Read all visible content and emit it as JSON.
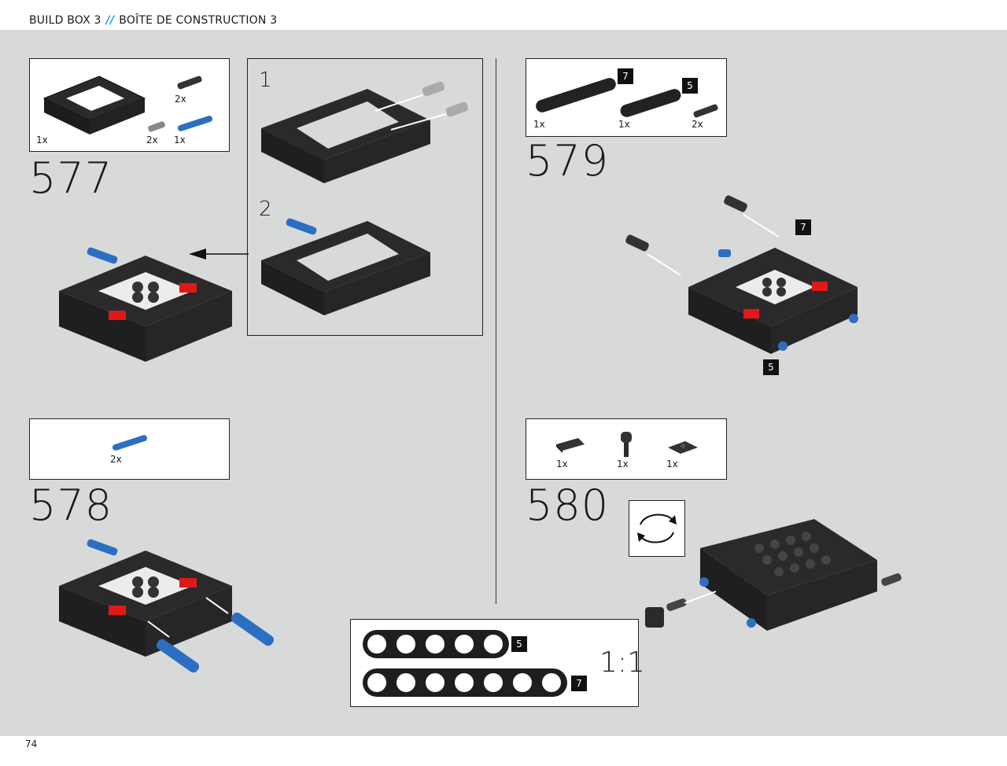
{
  "header": {
    "title_en": "BUILD BOX 3",
    "separator": "//",
    "title_fr": "BOÎTE DE CONSTRUCTION 3"
  },
  "footer": {
    "page_number": "74"
  },
  "colors": {
    "accent": "#1aa0e0",
    "page_bg": "#d8dad9",
    "brick_black": "#2a2a2a",
    "brick_blue": "#2b6fc2",
    "brick_red": "#e01818"
  },
  "steps": [
    {
      "number": "577",
      "parts": [
        {
          "qty": "1x"
        },
        {
          "qty": "2x"
        },
        {
          "qty": "2x"
        },
        {
          "qty": "1x"
        }
      ],
      "substeps": [
        "1",
        "2"
      ]
    },
    {
      "number": "578",
      "parts": [
        {
          "qty": "2x"
        }
      ]
    },
    {
      "number": "579",
      "parts": [
        {
          "qty": "1x",
          "badge": "7"
        },
        {
          "qty": "1x",
          "badge": "5"
        },
        {
          "qty": "2x"
        }
      ],
      "callouts": [
        "7",
        "5"
      ]
    },
    {
      "number": "580",
      "parts": [
        {
          "qty": "1x"
        },
        {
          "qty": "1x"
        },
        {
          "qty": "1x"
        }
      ]
    }
  ],
  "scale": {
    "badge_top": "5",
    "badge_bottom": "7",
    "label": "1:1"
  },
  "icons": [
    "rotate-model-icon",
    "arrow-icon"
  ]
}
